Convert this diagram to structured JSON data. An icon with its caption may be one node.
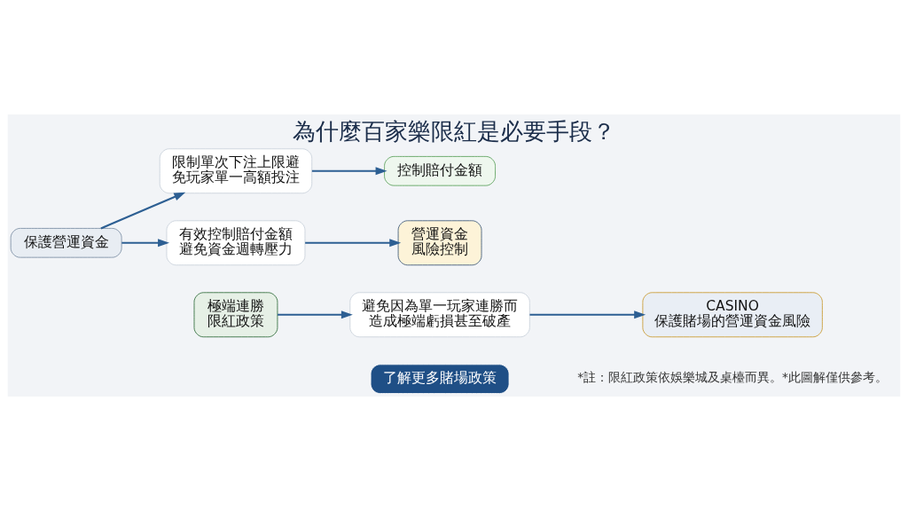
{
  "diagram": {
    "title": "為什麼百家樂限紅是必要手段？",
    "caption": "*註：限紅政策依娛樂城及桌檯而異。*此圖解僅供參考。",
    "nodes": [
      {
        "text": [
          "保護營運資金"
        ]
      },
      {
        "text": [
          "限制單次下注上限避免玩家單一高額投注"
        ]
      },
      {
        "text": [
          "控制賠付金額"
        ]
      },
      {
        "text": [
          "有效控制賠付金額避免資金週轉壓力"
        ]
      },
      {
        "text": [
          "營運資金",
          "風險控制"
        ]
      },
      {
        "text": [
          "極端連勝",
          "限紅政策"
        ]
      },
      {
        "text": [
          "避免因為單一玩家連勝而造成極端虧損甚至破產"
        ]
      },
      {
        "text": [
          "CASINO",
          "保護賭場的營運資金風險"
        ]
      },
      {
        "text": [
          "了解更多賭場政策"
        ]
      }
    ],
    "edges": [
      {
        "from": 0,
        "to": 1,
        "arrow": "to"
      },
      {
        "from": 0,
        "to": 3,
        "arrow": "to"
      },
      {
        "from": 1,
        "to": 2,
        "arrow": "to"
      },
      {
        "from": 3,
        "to": 4,
        "arrow": "to"
      },
      {
        "from": 5,
        "to": 6,
        "arrow": "to"
      },
      {
        "from": 6,
        "to": 7,
        "arrow": "to"
      }
    ]
  }
}
